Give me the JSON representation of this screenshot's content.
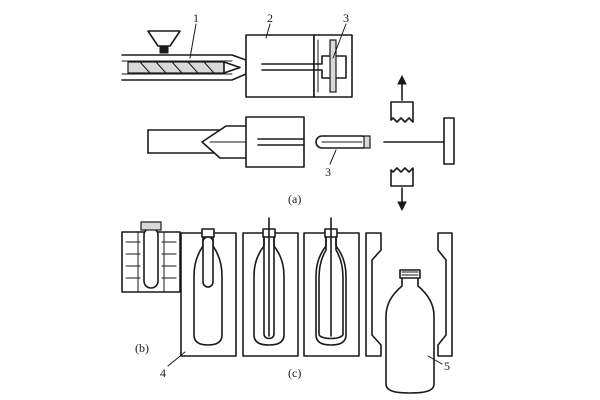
{
  "labels": {
    "n1": "1",
    "n2": "2",
    "n3_top": "3",
    "n3_bottom": "3",
    "n4": "4",
    "n5": "5",
    "a": "(a)",
    "b": "(b)",
    "c": "(c)"
  }
}
